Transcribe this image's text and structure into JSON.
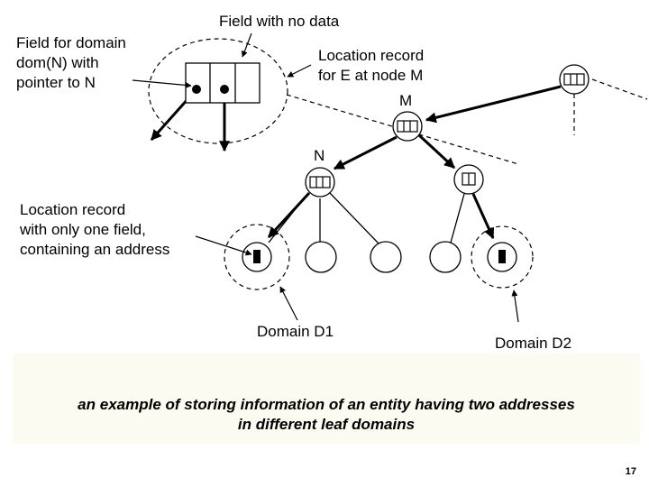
{
  "labels": {
    "field_no_data": "Field with no data",
    "field_domain": [
      "Field for domain",
      "dom(N) with",
      "pointer to N"
    ],
    "location_record_e": [
      "Location record",
      "for E at node M"
    ],
    "node_m": "M",
    "node_n": "N",
    "location_record_one": [
      "Location record",
      "with only one field,",
      "containing an address"
    ],
    "domain_d1": "Domain D1",
    "domain_d2": "Domain D2"
  },
  "caption": {
    "line1": "an example of storing information of an entity having two addresses",
    "line2": "in different leaf domains"
  },
  "page_number": "17",
  "colors": {
    "caption_band": "#fbfbf2",
    "ink": "#000000"
  }
}
